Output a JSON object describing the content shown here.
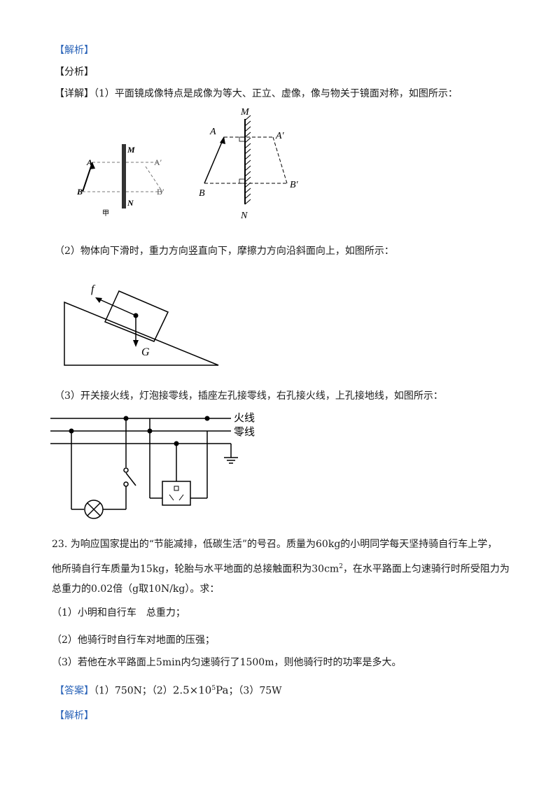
{
  "header": {
    "jiexi_1": "【解析】",
    "fenxi": "【分析】",
    "xiangjie_label": "【详解】",
    "xiangjie_text": "（1）平面镜成像特点是成像为等大、正立、虚像，像与物关于镜面对称，如图所示："
  },
  "fig1": {
    "left": {
      "A": "A",
      "B": "B",
      "M": "M",
      "N": "N",
      "A_prime": "A′",
      "B_prime": "B′",
      "caption": "甲"
    },
    "right": {
      "A": "A",
      "B": "B",
      "M": "M",
      "N": "N",
      "A_prime": "A′",
      "B_prime": "B′"
    }
  },
  "part2": {
    "text": "（2）物体向下滑时，重力方向竖直向下，摩擦力方向沿斜面向上，如图所示：",
    "f_label": "f",
    "G_label": "G"
  },
  "part3": {
    "text": "（3）开关接火线，灯泡接零线，插座左孔接零线，右孔接火线，上孔接地线，如图所示：",
    "live_label": "火线",
    "neutral_label": "零线"
  },
  "question": {
    "line1": "23. 为响应国家提出的“节能减排，低碳生活”的号召。质量为60kg的小明同学每天坚持骑自行车上学，",
    "line2a": "他所骑自行车质量为15kg，轮胎与水平地面的总接触面积为30cm",
    "line2sup": "2",
    "line2b": "，在水平路面上匀速骑行时所受阻力为",
    "line3": "总重力的0.02倍（g取10N/kg）。求：",
    "q1": "（1）小明和自行车　总重力；",
    "q2": "（2）他骑行时自行车对地面的压强；",
    "q3": "（3）若他在水平路面上5min内匀速骑行了1500m，则他骑行时的功率是多大。"
  },
  "answer": {
    "label": "【答案】",
    "a1": "（1）750N；",
    "a2_prefix": "（2）",
    "a2_value": "2.5×10",
    "a2_exp": "5",
    "a2_unit": "Pa",
    "a2_suffix": "；（3）75W"
  },
  "footer": {
    "jiexi_2": "【解析】"
  }
}
